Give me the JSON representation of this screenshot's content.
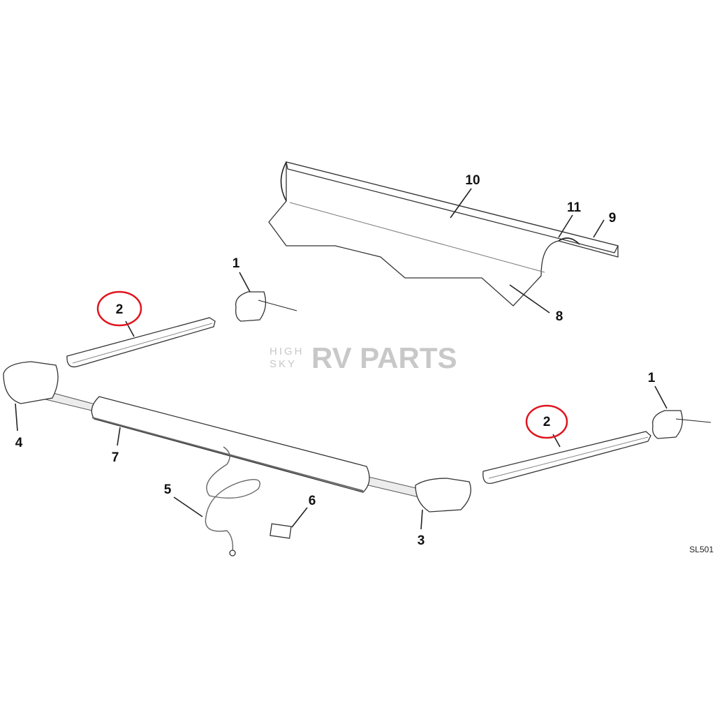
{
  "diagram": {
    "callouts": [
      "1",
      "1",
      "2",
      "2",
      "3",
      "4",
      "5",
      "6",
      "7",
      "8",
      "9",
      "10",
      "11"
    ],
    "highlighted_callout": "2",
    "highlight_color": "#e0141e",
    "drawing_code": "SL501"
  },
  "watermark": {
    "line1": "HIGH",
    "line2": "SKY",
    "brand": "RV PARTS"
  }
}
